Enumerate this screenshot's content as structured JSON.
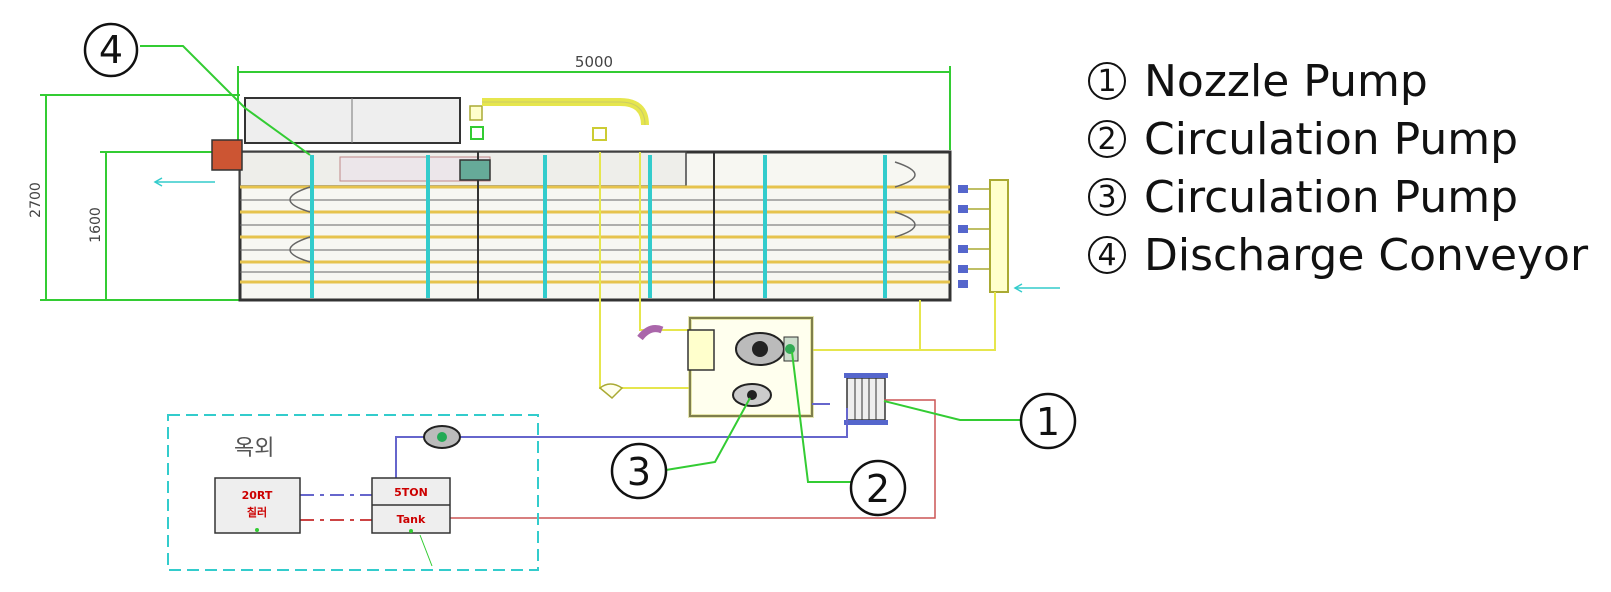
{
  "legend": [
    {
      "num": "1",
      "label": "Nozzle Pump"
    },
    {
      "num": "2",
      "label": "Circulation Pump"
    },
    {
      "num": "3",
      "label": "Circulation Pump"
    },
    {
      "num": "4",
      "label": "Discharge Conveyor"
    }
  ],
  "callouts": {
    "c1": "1",
    "c2": "2",
    "c3": "3",
    "c4": "4"
  },
  "dimensions": {
    "length": "5000",
    "height_outer": "2700",
    "height_inner": "1600"
  },
  "outdoor_label": "옥외",
  "chiller": {
    "line1": "20RT",
    "line2": "칠러"
  },
  "tank": {
    "line1": "5TON",
    "line2": "Tank"
  },
  "colors": {
    "frame": "#333333",
    "dimension": "#33cc33",
    "supply": "#6666cc",
    "return": "#cc4444",
    "water": "#e6e64d",
    "cyan": "#33cccc"
  }
}
